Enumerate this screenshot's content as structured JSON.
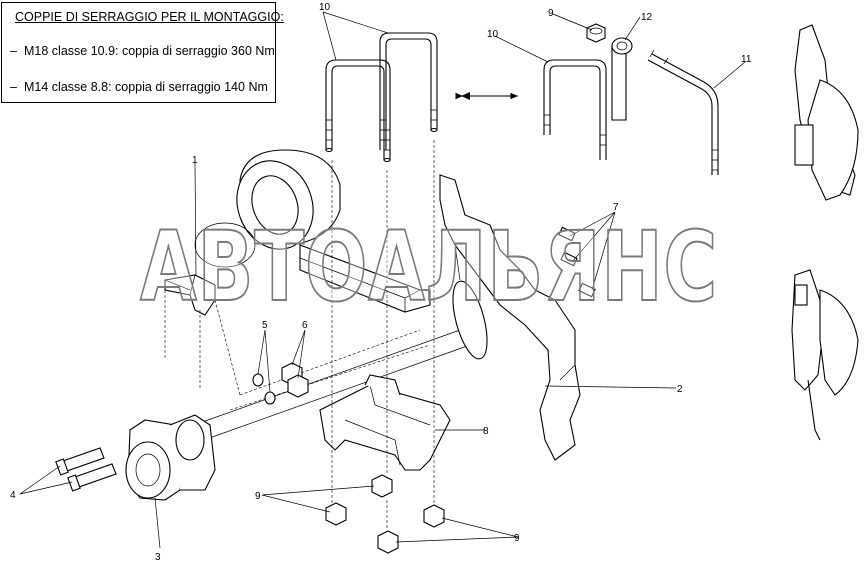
{
  "torque_box": {
    "title": "COPPIE DI SERRAGGIO PER IL MONTAGGIO:",
    "lines": [
      {
        "dash": "–",
        "text": "M18 classe 10.9: coppia di serraggio 360 Nm"
      },
      {
        "dash": "–",
        "text": "M14 classe 8.8: coppia di serraggio 140 Nm"
      }
    ]
  },
  "watermark": "АВТОАЛЬЯНС",
  "callouts": {
    "c1": "1",
    "c2": "2",
    "c3": "3",
    "c4": "4",
    "c5": "5",
    "c6": "6",
    "c7": "7",
    "c8": "8",
    "c9a": "9",
    "c9b": "9",
    "c9c": "9",
    "c10a": "10",
    "c10b": "10",
    "c11": "11",
    "c12": "12"
  },
  "icons": {
    "swap_arrow": "double-headed-arrow-icon"
  }
}
